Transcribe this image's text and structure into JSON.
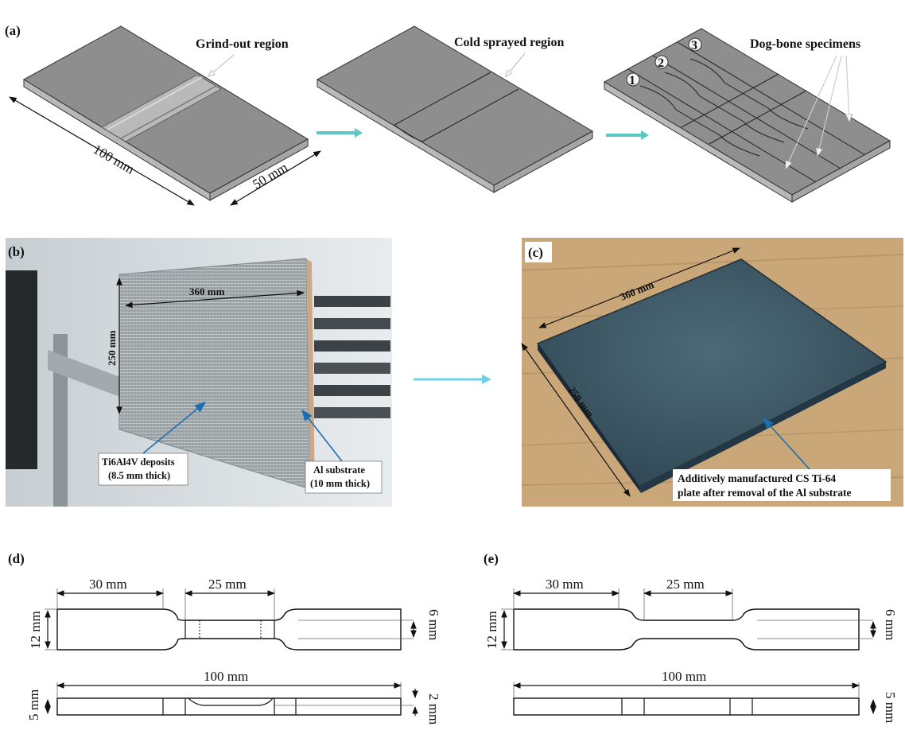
{
  "panels": {
    "a": {
      "label": "(a)",
      "grind_out_label": "Grind-out region",
      "cold_sprayed_label": "Cold sprayed region",
      "dog_bone_label": "Dog-bone specimens",
      "length_label": "100 mm",
      "width_label": "50 mm",
      "specimen_numbers": [
        "1",
        "2",
        "3"
      ]
    },
    "b": {
      "label": "(b)",
      "width_label": "360 mm",
      "height_label": "250 mm",
      "deposit_label_line1": "Ti6Al4V deposits",
      "deposit_label_line2": "(8.5 mm thick)",
      "substrate_label_line1": "Al substrate",
      "substrate_label_line2": "(10 mm thick)"
    },
    "c": {
      "label": "(c)",
      "width_label": "360 mm",
      "height_label": "250 mm",
      "caption_line1": "Additively manufactured CS Ti-64",
      "caption_line2": "plate after removal of the Al substrate"
    },
    "d": {
      "label": "(d)",
      "grip_length": "30 mm",
      "gauge_length": "25 mm",
      "total_length": "100 mm",
      "width_label": "12 mm",
      "gauge_width_label": "6 mm",
      "thickness_label": "5 mm",
      "gauge_thickness_label": "2 mm"
    },
    "e": {
      "label": "(e)",
      "grip_length": "30 mm",
      "gauge_length": "25 mm",
      "total_length": "100 mm",
      "width_label": "12 mm",
      "gauge_width_label": "6 mm",
      "thickness_label": "5 mm"
    }
  },
  "colors": {
    "arrow": "#5ec7c0",
    "arrow_bc": "#6fd0e6",
    "pointer": "#1a6fb0",
    "plate_top": "#8e8e8e",
    "plate_side": "#b8b8b8",
    "photo_bg": "#b9c2c6",
    "wood": "#c9a778",
    "ti_plate": "#3a5566"
  }
}
